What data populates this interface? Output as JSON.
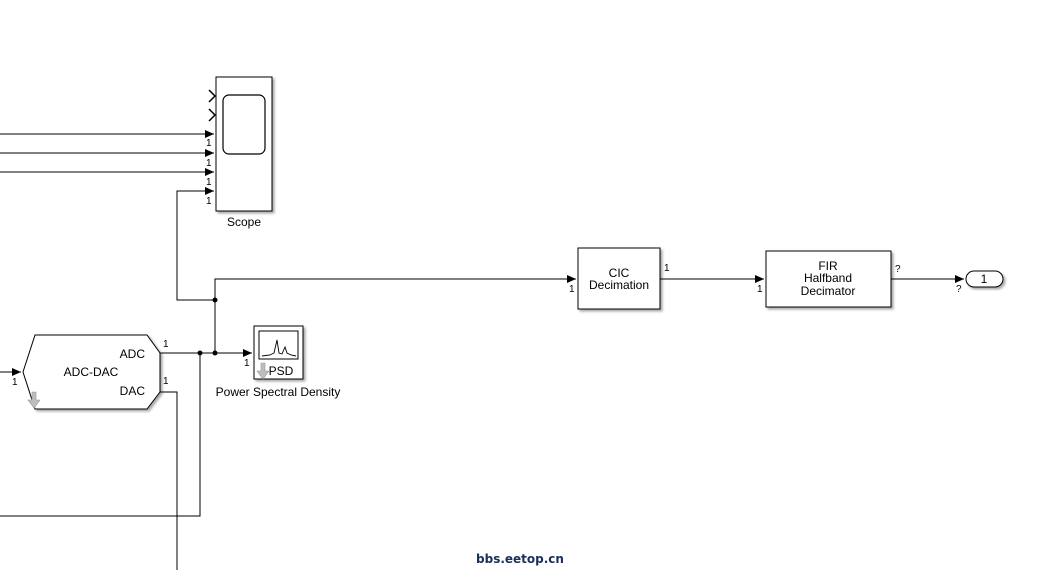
{
  "blocks": {
    "scope": {
      "label": "Scope"
    },
    "cic": {
      "line1": "CIC",
      "line2": "Decimation"
    },
    "fir": {
      "line1": "FIR",
      "line2": "Halfband",
      "line3": "Decimator"
    },
    "outport": {
      "label": "1"
    },
    "adc_dac": {
      "title": "ADC-DAC",
      "port_adc": "ADC",
      "port_dac": "DAC"
    },
    "psd": {
      "icon_text": "PSD",
      "label": "Power Spectral Density"
    }
  },
  "signal_dims": {
    "scope_in1": "1",
    "scope_in2": "1",
    "scope_in3": "1",
    "scope_in4": "1",
    "cic_in": "1",
    "cic_out": "1",
    "fir_in": "1",
    "fir_out": "?",
    "outport_in": "?",
    "adc_out": "1",
    "dac_out": "1",
    "adcdac_in": "1",
    "psd_in": "1"
  },
  "watermark": "bbs.eetop.cn"
}
